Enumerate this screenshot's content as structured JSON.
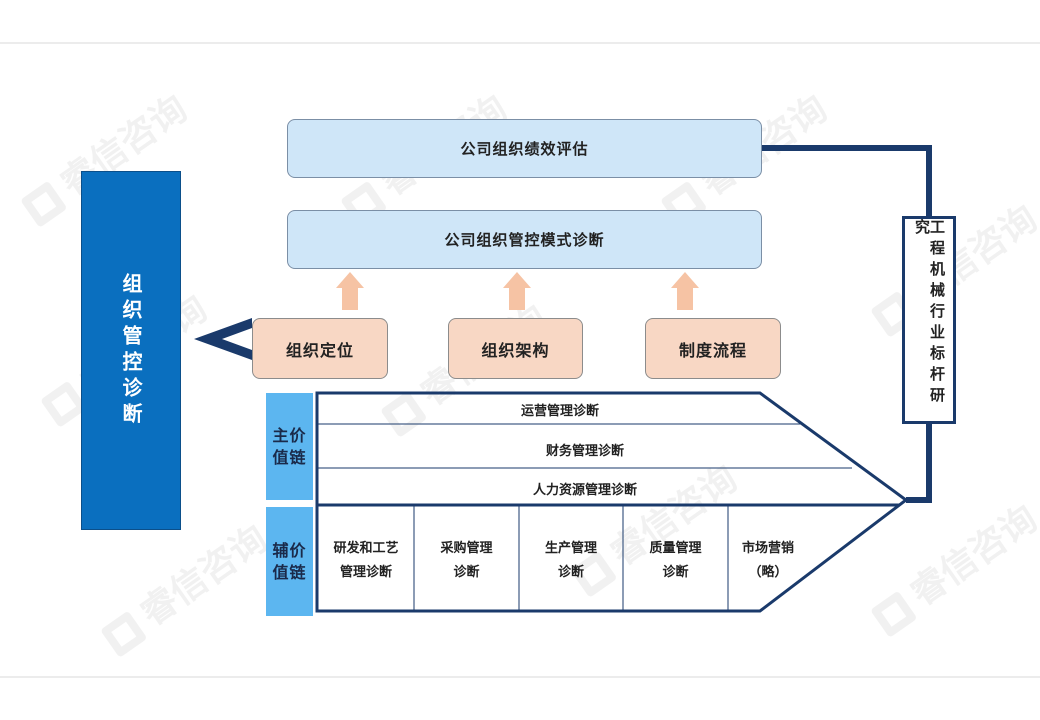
{
  "top_boxes": {
    "performance": "公司组织绩效评估",
    "control_mode": "公司组织管控模式诊断"
  },
  "elements": [
    "组织定位",
    "组织架构",
    "制度流程"
  ],
  "left_box": "组织管控诊断",
  "benchmark": "工程机械行业标杆研究",
  "main_chain": {
    "label_line1": "主价",
    "label_line2": "值链",
    "rows": [
      "运营管理诊断",
      "财务管理诊断",
      "人力资源管理诊断"
    ]
  },
  "aux_chain": {
    "label_line1": "辅价",
    "label_line2": "值链",
    "cells": [
      {
        "line1": "研发和工艺",
        "line2": "管理诊断"
      },
      {
        "line1": "采购管理",
        "line2": "诊断"
      },
      {
        "line1": "生产管理",
        "line2": "诊断"
      },
      {
        "line1": "质量管理",
        "line2": "诊断"
      },
      {
        "line1": "市场营销",
        "line2": "（略）"
      }
    ]
  },
  "watermark_text": "睿信咨询",
  "colors": {
    "dark_navy": "#1a3a6b",
    "main_blue": "#0a6fbf",
    "light_blue": "#cfe6f8",
    "peach": "#f8d7c4",
    "chain_label": "#5cb6f0",
    "arrow": "#f6c3a4"
  }
}
